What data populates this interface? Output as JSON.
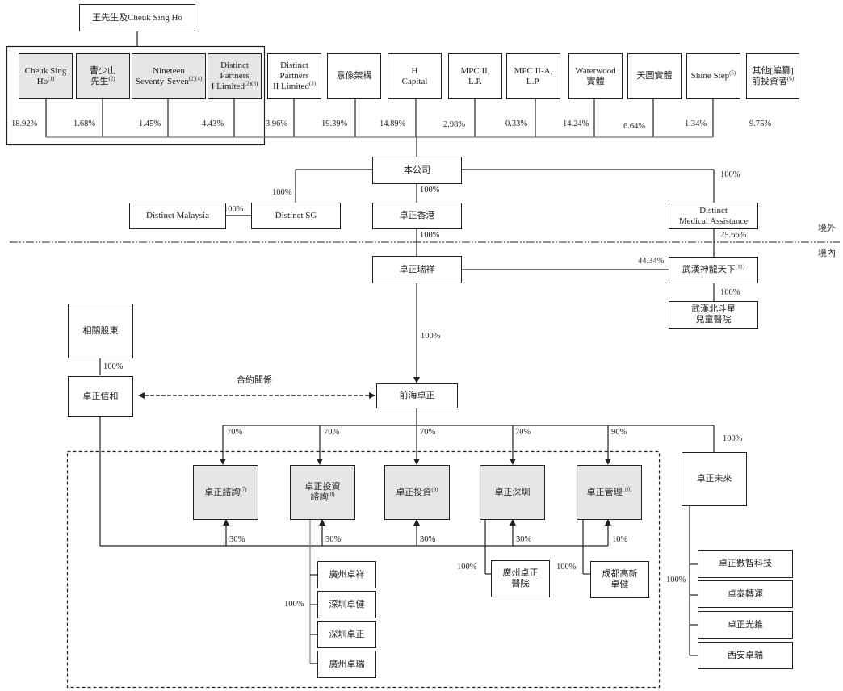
{
  "shareholders_group": {
    "parent": "王先生及Cheuk Sing Ho",
    "members": [
      {
        "name": "Cheuk Sing\nHo",
        "note": "(1)",
        "pct": "18.92%"
      },
      {
        "name": "曹少山\n先生",
        "note": "(2)",
        "pct": "1.68%"
      },
      {
        "name": "Nineteen\nSeventy-Seven",
        "note": "(2)(4)",
        "pct": "1.45%"
      },
      {
        "name": "Distinct\nPartners\nI Limited",
        "note": "(2)(3)",
        "pct": "4.43%"
      }
    ]
  },
  "other_shareholders": [
    {
      "name": "Distinct\nPartners\nII Limited",
      "note": "(3)",
      "pct": "3.96%"
    },
    {
      "name": "意像架構",
      "note": "",
      "pct": "19.39%"
    },
    {
      "name": "H\nCapital",
      "note": "",
      "pct": "14.89%"
    },
    {
      "name": "MPC II,\nL.P.",
      "note": "",
      "pct": "2.98%"
    },
    {
      "name": "MPC II-A,\nL.P.",
      "note": "",
      "pct": "0.33%"
    },
    {
      "name": "Waterwood\n實體",
      "note": "",
      "pct": "14.24%"
    },
    {
      "name": "天圓實體",
      "note": "",
      "pct": "6.64%"
    },
    {
      "name": "Shine Step",
      "note": "(5)",
      "pct": "1.34%"
    },
    {
      "name": "其他[編纂]\n前投資者",
      "note": "(6)",
      "pct": "9.75%"
    }
  ],
  "company": "本公司",
  "offshore": {
    "distinct_sg": {
      "name": "Distinct SG",
      "pct": "100%"
    },
    "distinct_malaysia": {
      "name": "Distinct Malaysia",
      "pct": "100%"
    },
    "zhuozheng_hk": {
      "name": "卓正香港",
      "pct": "100%"
    },
    "distinct_medical": {
      "name": "Distinct\nMedical Assistance",
      "pct": "100%"
    }
  },
  "region_labels": {
    "offshore": "境外",
    "onshore": "境內"
  },
  "onshore": {
    "zhuozheng_ruixiang": {
      "name": "卓正瑞祥",
      "pct": "100%"
    },
    "wuhan_shenlong": {
      "name": "武漢神龍天下",
      "note": "(11)",
      "pct_from_medical": "25.66%",
      "pct_from_ruixiang": "44.34%"
    },
    "wuhan_beidouxing": {
      "name": "武漢北斗星\n兒童醫院",
      "pct": "100%"
    },
    "qianhai": {
      "name": "前海卓正",
      "pct": "100%"
    },
    "related_shareholder": {
      "name": "相關股東"
    },
    "zhuozheng_xinhe": {
      "name": "卓正信和",
      "pct": "100%"
    },
    "contract_label": "合約關係"
  },
  "subsidiaries": [
    {
      "name": "卓正諮詢",
      "note": "(7)",
      "pct_top": "70%",
      "pct_bottom": "30%"
    },
    {
      "name": "卓正投資\n諮詢",
      "note": "(8)",
      "pct_top": "70%",
      "pct_bottom": "30%"
    },
    {
      "name": "卓正投資",
      "note": "(9)",
      "pct_top": "70%",
      "pct_bottom": "30%"
    },
    {
      "name": "卓正深圳",
      "note": "",
      "pct_top": "70%",
      "pct_bottom": "30%"
    },
    {
      "name": "卓正管理",
      "note": "(10)",
      "pct_top": "90%",
      "pct_bottom": "10%"
    }
  ],
  "future": {
    "name": "卓正未來",
    "pct": "100%"
  },
  "investment_consult_subs": {
    "pct": "100%",
    "items": [
      "廣州卓祥",
      "深圳卓健",
      "深圳卓正",
      "廣州卓瑞"
    ]
  },
  "shenzhen_sub": {
    "name": "廣州卓正\n醫院",
    "pct": "100%"
  },
  "management_sub": {
    "name": "成都高新\n卓健",
    "pct": "100%"
  },
  "future_subs": {
    "pct": "100%",
    "items": [
      "卓正數智科技",
      "卓泰轉運",
      "卓正光錐",
      "西安卓瑞"
    ]
  }
}
